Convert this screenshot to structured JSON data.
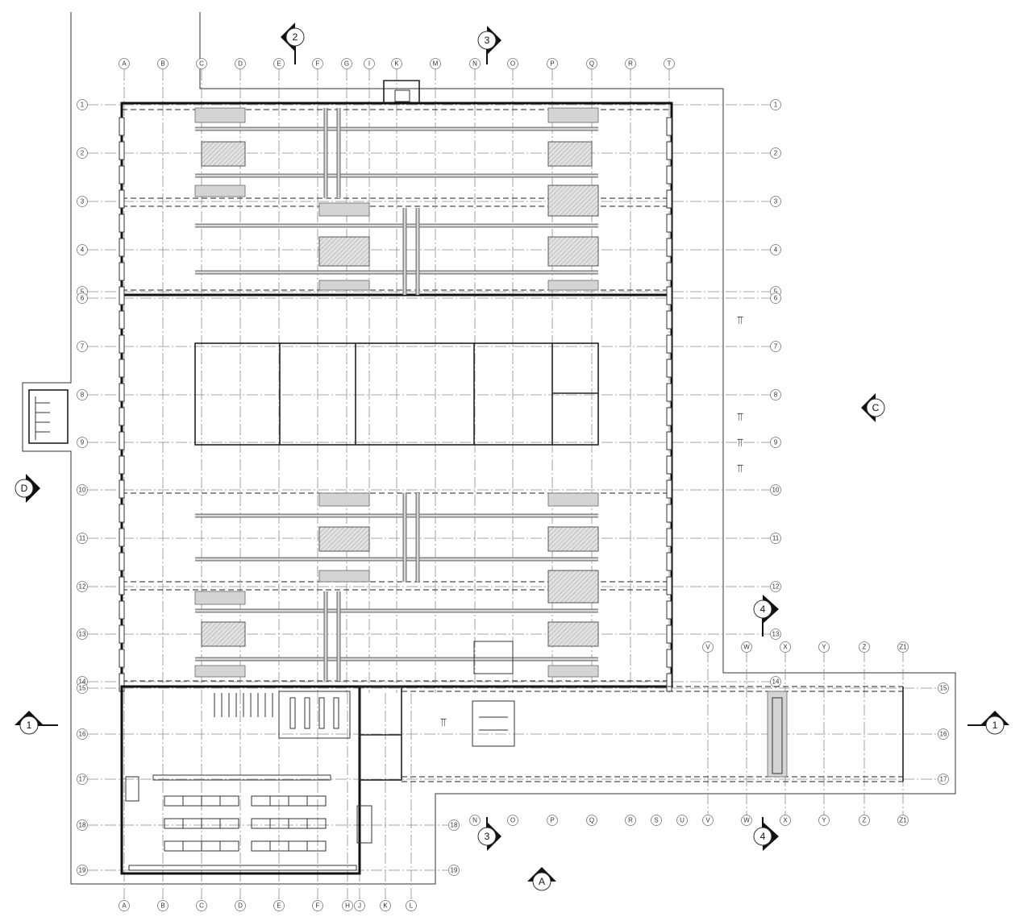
{
  "grid": {
    "columns_top": [
      "A",
      "B",
      "C",
      "D",
      "E",
      "F",
      "G",
      "I",
      "K",
      "M",
      "N",
      "O",
      "P",
      "Q",
      "R",
      "T"
    ],
    "columns_bottom": [
      "A",
      "B",
      "C",
      "D",
      "E",
      "F",
      "H",
      "J",
      "K",
      "L"
    ],
    "columns_ext_top": [
      "V",
      "W",
      "X",
      "Y",
      "Z",
      "Z1"
    ],
    "columns_ext_bottom": [
      "N",
      "O",
      "P",
      "Q",
      "R",
      "S",
      "U",
      "V",
      "W",
      "X",
      "Y",
      "Z",
      "Z1"
    ],
    "rows": [
      "1",
      "2",
      "3",
      "4",
      "5",
      "6",
      "7",
      "8",
      "9",
      "10",
      "11",
      "12",
      "13",
      "14",
      "15",
      "16",
      "17",
      "18",
      "19"
    ]
  },
  "section_marks": {
    "top_2": "2",
    "top_3": "3",
    "left_d": "D",
    "right_c": "C",
    "right_4_upper": "4",
    "left_1": "1",
    "right_1": "1",
    "bottom_3": "3",
    "bottom_4": "4",
    "bottom_a": "A"
  }
}
